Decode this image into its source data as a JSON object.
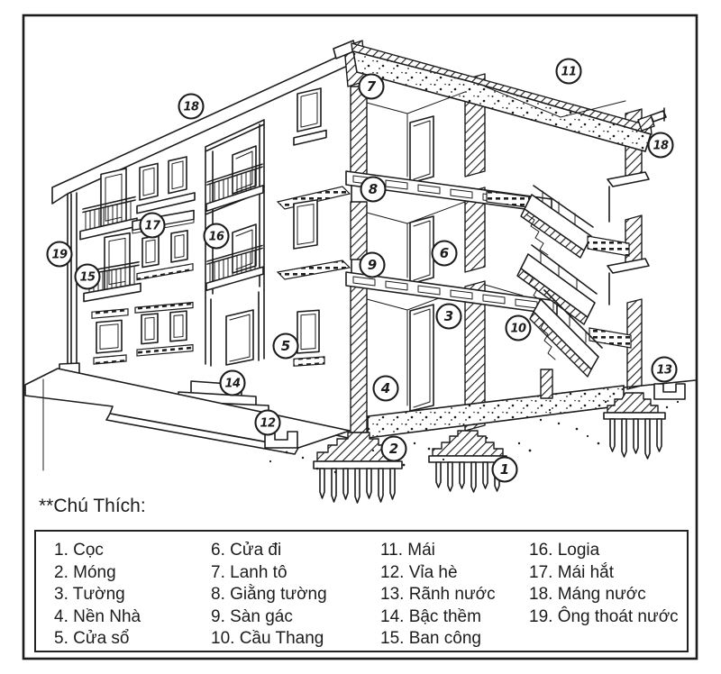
{
  "legend": {
    "heading": "**Chú Thích:",
    "columns": [
      {
        "items": [
          "1. Cọc",
          "2. Móng",
          "3. Tường",
          "4. Nền Nhà",
          "5. Cửa sổ"
        ]
      },
      {
        "items": [
          "6. Cửa đi",
          "7. Lanh tô",
          "8. Giằng tường",
          "9. Sàn gác",
          "10. Cầu Thang"
        ]
      },
      {
        "items": [
          "11. Mái",
          "12. Vỉa hè",
          "13. Rãnh nước",
          "14. Bậc thềm",
          "15. Ban công"
        ]
      },
      {
        "items": [
          "16. Logia",
          "17. Mái hắt",
          "18. Máng nước",
          "19. Ông thoát nước"
        ]
      }
    ]
  },
  "callouts": {
    "n1": "1",
    "n2": "2",
    "n3": "3",
    "n4": "4",
    "n5": "5",
    "n6": "6",
    "n7": "7",
    "n8": "8",
    "n9": "9",
    "n10": "10",
    "n11": "11",
    "n12": "12",
    "n13": "13",
    "n14": "14",
    "n15": "15",
    "n16": "16",
    "n17": "17",
    "n18": "18",
    "n18b": "18",
    "n19": "19"
  },
  "colors": {
    "ink": "#1c1c1c",
    "paper": "#ffffff"
  }
}
